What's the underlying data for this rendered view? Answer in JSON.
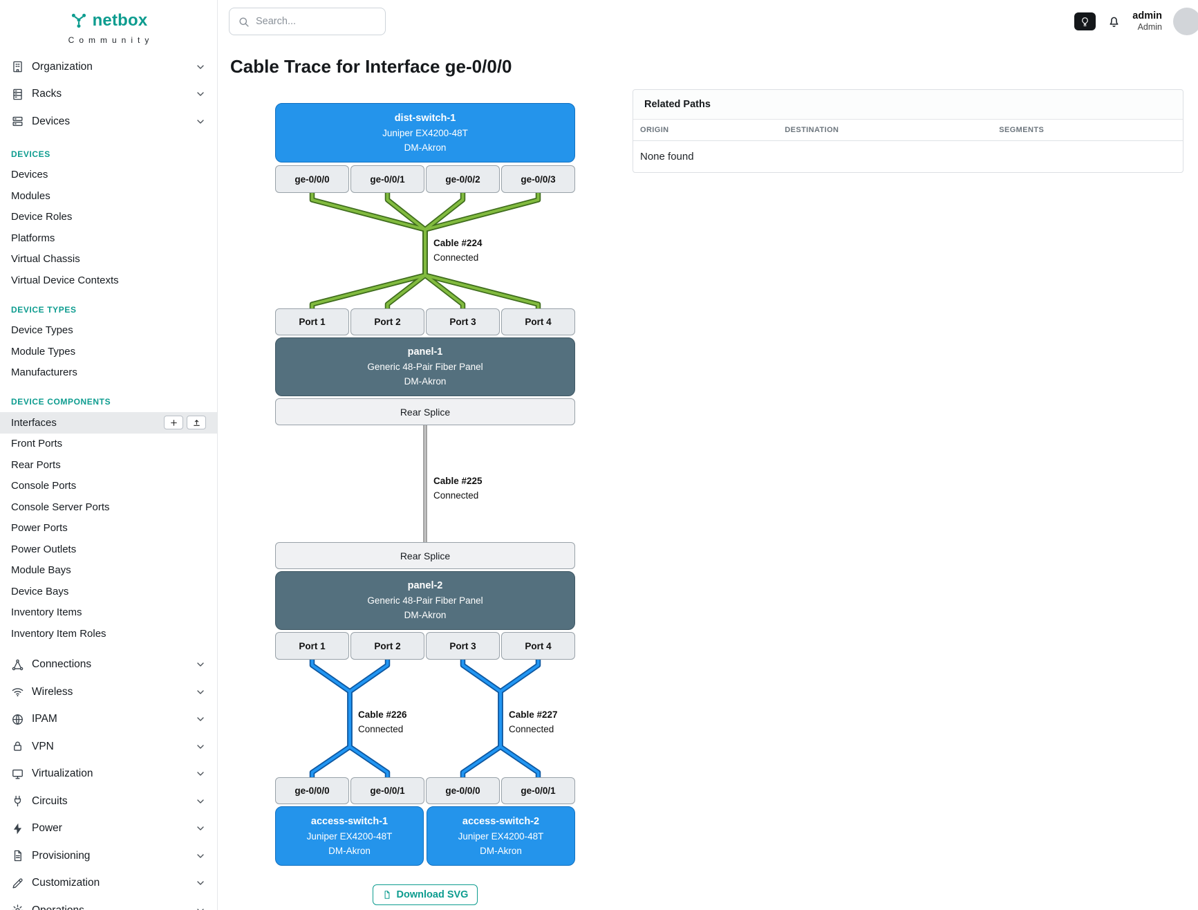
{
  "colors": {
    "accent": "#0d9c8f",
    "device-blue": "#2494eb",
    "device-blue-border": "#0f6fc0",
    "panel-slate": "#54707e",
    "panel-slate-border": "#3d5663",
    "cable-green": "#82bb3f",
    "cable-green-dark": "#3f6d1d",
    "cable-blue": "#2196f3",
    "cable-blue-dark": "#0d57a0",
    "cable-gray": "#c8c8c8",
    "cable-gray-dark": "#878787"
  },
  "sidebar": {
    "brand": "netbox",
    "brand_sub": "Community",
    "groups_top": [
      {
        "label": "Organization",
        "icon": "building-icon"
      },
      {
        "label": "Racks",
        "icon": "rack-icon"
      },
      {
        "label": "Devices",
        "icon": "server-icon"
      }
    ],
    "sections": [
      {
        "title": "DEVICES",
        "items": [
          "Devices",
          "Modules",
          "Device Roles",
          "Platforms",
          "Virtual Chassis",
          "Virtual Device Contexts"
        ]
      },
      {
        "title": "DEVICE TYPES",
        "items": [
          "Device Types",
          "Module Types",
          "Manufacturers"
        ]
      },
      {
        "title": "DEVICE COMPONENTS",
        "items": [
          "Interfaces",
          "Front Ports",
          "Rear Ports",
          "Console Ports",
          "Console Server Ports",
          "Power Ports",
          "Power Outlets",
          "Module Bays",
          "Device Bays",
          "Inventory Items",
          "Inventory Item Roles"
        ]
      }
    ],
    "groups_bottom": [
      {
        "label": "Connections",
        "icon": "connections-icon"
      },
      {
        "label": "Wireless",
        "icon": "wifi-icon"
      },
      {
        "label": "IPAM",
        "icon": "globe-icon"
      },
      {
        "label": "VPN",
        "icon": "lock-icon"
      },
      {
        "label": "Virtualization",
        "icon": "monitor-icon"
      },
      {
        "label": "Circuits",
        "icon": "plug-icon"
      },
      {
        "label": "Power",
        "icon": "bolt-icon"
      },
      {
        "label": "Provisioning",
        "icon": "document-icon"
      },
      {
        "label": "Customization",
        "icon": "pencil-icon"
      },
      {
        "label": "Operations",
        "icon": "gear-icon"
      }
    ]
  },
  "topbar": {
    "search_placeholder": "Search...",
    "username": "admin",
    "user_role": "Admin"
  },
  "page": {
    "title": "Cable Trace for Interface ge-0/0/0"
  },
  "trace": {
    "dist_switch": {
      "name": "dist-switch-1",
      "model": "Juniper EX4200-48T",
      "site": "DM-Akron"
    },
    "dist_interfaces": [
      "ge-0/0/0",
      "ge-0/0/1",
      "ge-0/0/2",
      "ge-0/0/3"
    ],
    "cable_224": {
      "name": "Cable #224",
      "status": "Connected"
    },
    "panel1_front_ports": [
      "Port 1",
      "Port 2",
      "Port 3",
      "Port 4"
    ],
    "panel1": {
      "name": "panel-1",
      "model": "Generic 48-Pair Fiber Panel",
      "site": "DM-Akron"
    },
    "panel1_rear": "Rear Splice",
    "cable_225": {
      "name": "Cable #225",
      "status": "Connected"
    },
    "panel2_rear": "Rear Splice",
    "panel2": {
      "name": "panel-2",
      "model": "Generic 48-Pair Fiber Panel",
      "site": "DM-Akron"
    },
    "panel2_front_ports": [
      "Port 1",
      "Port 2",
      "Port 3",
      "Port 4"
    ],
    "cable_226": {
      "name": "Cable #226",
      "status": "Connected"
    },
    "cable_227": {
      "name": "Cable #227",
      "status": "Connected"
    },
    "access1_interfaces": [
      "ge-0/0/0",
      "ge-0/0/1"
    ],
    "access2_interfaces": [
      "ge-0/0/0",
      "ge-0/0/1"
    ],
    "access_switch_1": {
      "name": "access-switch-1",
      "model": "Juniper EX4200-48T",
      "site": "DM-Akron"
    },
    "access_switch_2": {
      "name": "access-switch-2",
      "model": "Juniper EX4200-48T",
      "site": "DM-Akron"
    },
    "download_label": "Download SVG"
  },
  "related_paths": {
    "title": "Related Paths",
    "columns": [
      "ORIGIN",
      "DESTINATION",
      "SEGMENTS"
    ],
    "empty_text": "None found"
  }
}
